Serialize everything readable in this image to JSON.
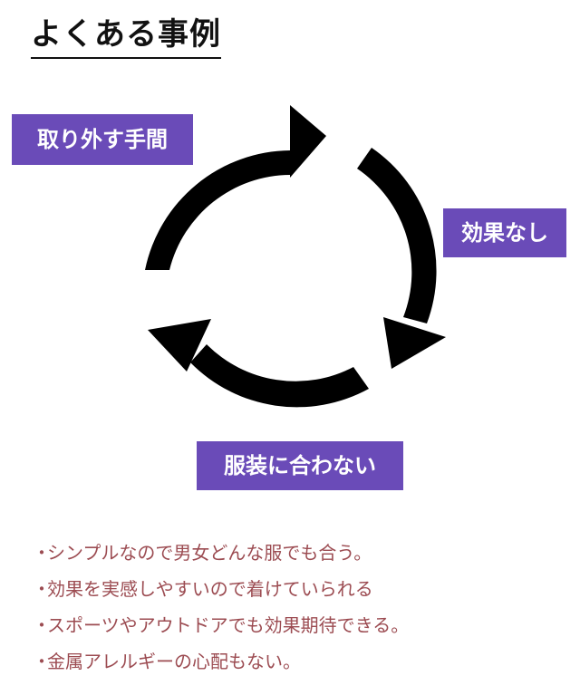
{
  "title": "よくある事例",
  "cycle": {
    "steps": [
      {
        "label": "取り外す手間"
      },
      {
        "label": "効果なし"
      },
      {
        "label": "服装に合わない"
      }
    ]
  },
  "notes": {
    "bullet": "・",
    "items": [
      "シンプルなので男女どんな服でも合う。",
      "効果を実感しやすいので着けていられる",
      "スポーツやアウトドアでも効果期待できる。",
      "金属アレルギーの心配もない。"
    ]
  },
  "colors": {
    "label_bg": "#6a4bb8",
    "label_text": "#ffffff",
    "arrow": "#000000",
    "note_text": "#9c4c52"
  }
}
